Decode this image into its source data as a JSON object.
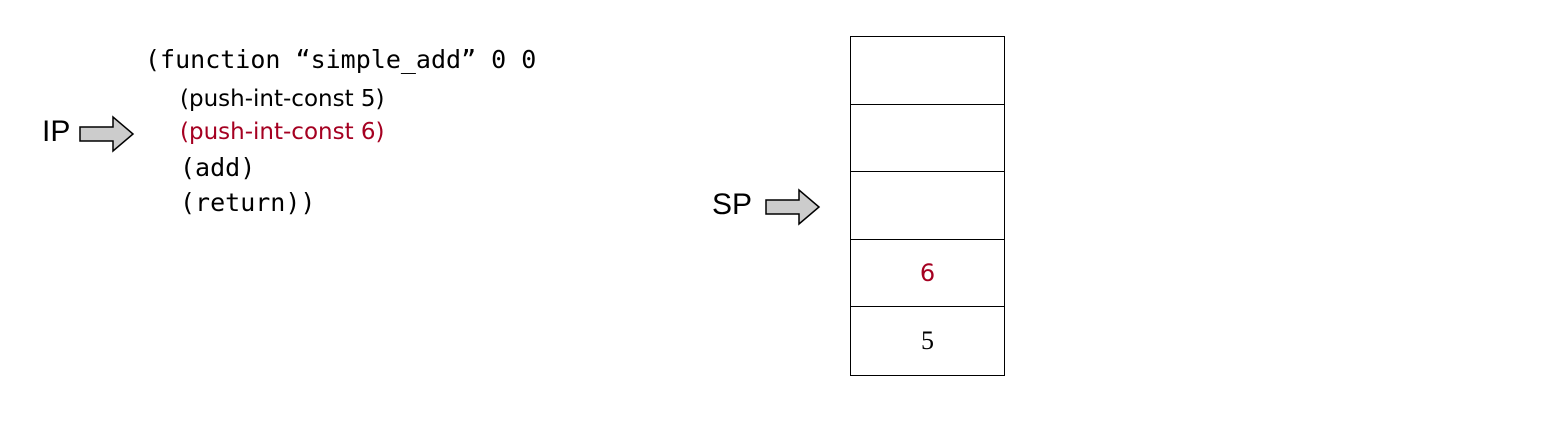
{
  "colors": {
    "highlight": "#a50021",
    "text": "#000000",
    "arrow_fill": "#cccccc",
    "arrow_stroke": "#000000"
  },
  "code": {
    "line1": "(function “simple_add” 0 0",
    "line2": "(push-int-const 5)",
    "line3": "(push-int-const 6)",
    "line4": "(add)",
    "line5": "(return))"
  },
  "pointers": {
    "ip_label": "IP",
    "sp_label": "SP"
  },
  "stack": {
    "cells": [
      "",
      "",
      "",
      "6",
      "5"
    ]
  }
}
